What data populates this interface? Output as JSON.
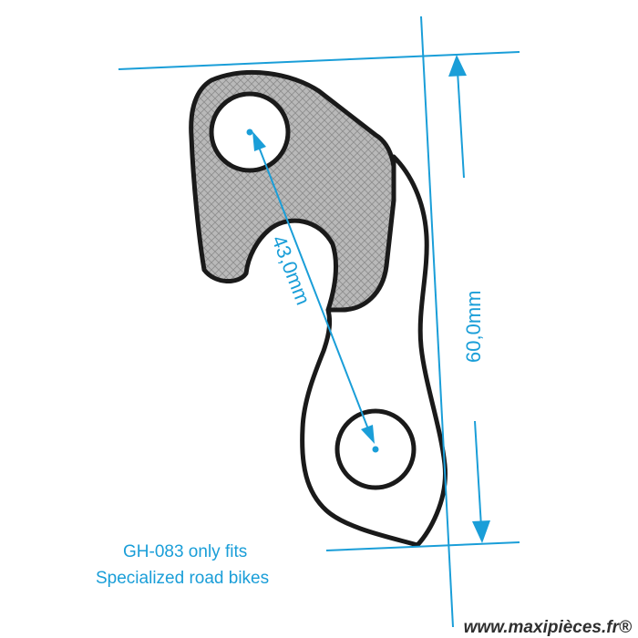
{
  "dimensions": {
    "hole_distance": "43,0mm",
    "total_height": "60,0mm"
  },
  "note": {
    "line1": "GH-083 only fits",
    "line2": "Specialized road bikes"
  },
  "watermark": "www.maxipièces.fr®",
  "colors": {
    "accent": "#1a9ed8",
    "outline": "#1a1a1a",
    "fill": "#b5b5b5"
  }
}
